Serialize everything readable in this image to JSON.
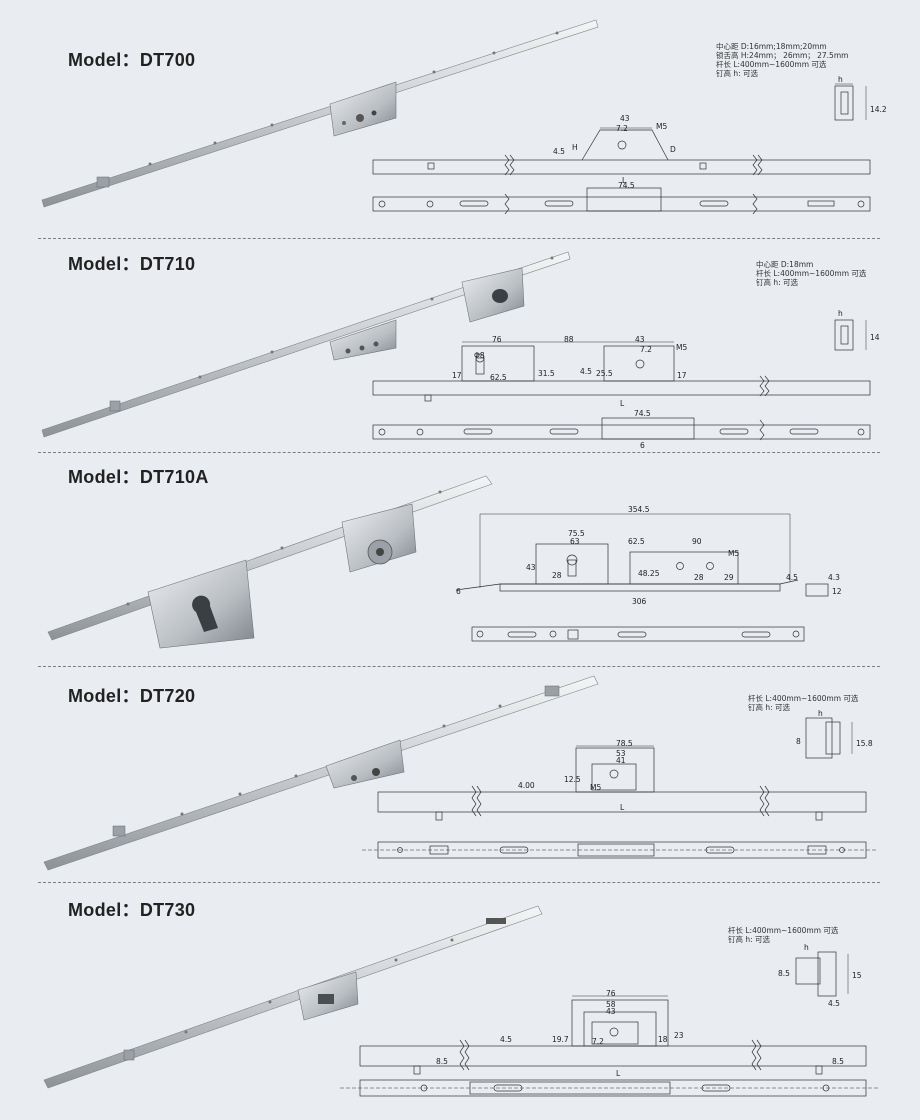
{
  "models": [
    {
      "id": "dt700",
      "label": "Model",
      "separator": "：",
      "name": "DT700",
      "specs": [
        "中心距 D:16mm;18mm;20mm",
        "锁舌高 H:24mm； 26mm； 27.5mm",
        "杆长 L:400mm~1600mm 可选",
        "钉高 h: 可选"
      ],
      "dims": {
        "a": "43",
        "b": "7.2",
        "c": "M5",
        "d": "4.5",
        "e": "H",
        "f": "D",
        "g": "L",
        "h": "74.5",
        "i": "h",
        "j": "14.2"
      }
    },
    {
      "id": "dt710",
      "label": "Model",
      "separator": "：",
      "name": "DT710",
      "specs": [
        "中心距 D:18mm",
        "杆长 L:400mm~1600mm 可选",
        "钉高 h: 可选"
      ],
      "dims": {
        "a": "76",
        "b": "88",
        "c": "43",
        "d": "7.2",
        "e": "M5",
        "f": "Φ8",
        "g": "31.5",
        "h": "17",
        "i": "62.5",
        "j": "4.5",
        "k": "25.5",
        "l": "17",
        "m": "L",
        "n": "74.5",
        "o": "6",
        "p": "h",
        "q": "14"
      }
    },
    {
      "id": "dt710a",
      "label": "Model",
      "separator": "：",
      "name": "DT710A",
      "specs": [],
      "dims": {
        "a": "354.5",
        "b": "75.5",
        "c": "63",
        "d": "62.5",
        "e": "90",
        "f": "43",
        "g": "28",
        "h": "48.25",
        "i": "28",
        "j": "29",
        "k": "M5",
        "l": "306",
        "m": "4.5",
        "n": "6",
        "o": "4.3",
        "p": "12"
      }
    },
    {
      "id": "dt720",
      "label": "Model",
      "separator": "：",
      "name": "DT720",
      "specs": [
        "杆长 L:400mm~1600mm 可选",
        "钉高 h: 可选"
      ],
      "dims": {
        "a": "78.5",
        "b": "53",
        "c": "41",
        "d": "4.00",
        "e": "12.5",
        "f": "M5",
        "g": "L",
        "h": "h",
        "i": "8",
        "j": "15.8"
      }
    },
    {
      "id": "dt730",
      "label": "Model",
      "separator": "：",
      "name": "DT730",
      "specs": [
        "杆长 L:400mm~1600mm 可选",
        "钉高 h: 可选"
      ],
      "dims": {
        "a": "76",
        "b": "58",
        "c": "43",
        "d": "4.5",
        "e": "19.7",
        "f": "7.2",
        "g": "23",
        "h": "18",
        "i": "8.5",
        "j": "8.5",
        "k": "L",
        "l": "h",
        "m": "8.5",
        "n": "15",
        "o": "4.5"
      }
    }
  ]
}
